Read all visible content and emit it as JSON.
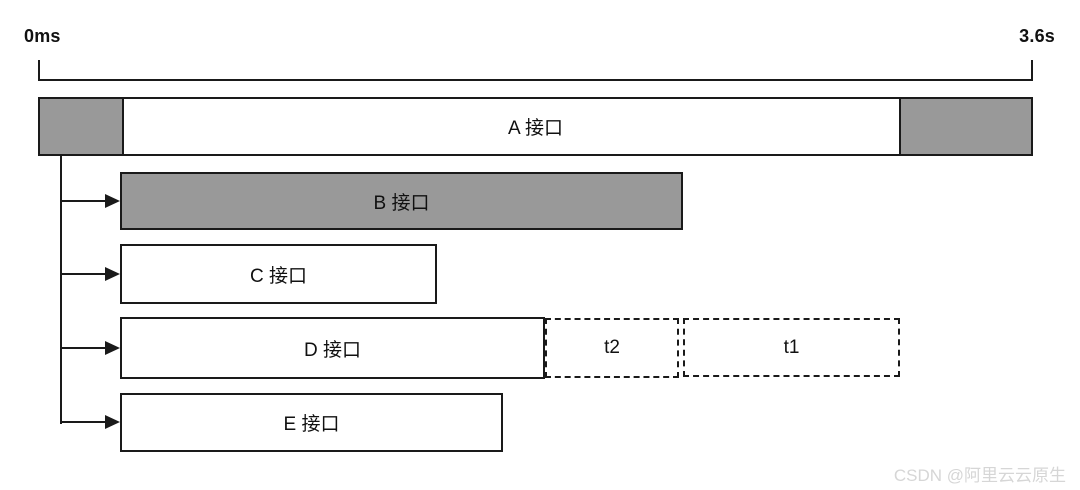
{
  "timeline": {
    "start_label": "0ms",
    "end_label": "3.6s"
  },
  "bars": {
    "a": {
      "label": "A 接口",
      "fill": "white-with-gray-ends"
    },
    "b": {
      "label": "B 接口",
      "fill": "gray"
    },
    "c": {
      "label": "C 接口",
      "fill": "white"
    },
    "d": {
      "label": "D 接口",
      "fill": "white"
    },
    "t2": {
      "label": "t2",
      "style": "dashed-outline"
    },
    "t1": {
      "label": "t1",
      "style": "dashed-outline"
    },
    "e": {
      "label": "E 接口",
      "fill": "white"
    }
  },
  "colors": {
    "bar_gray": "#999999",
    "line": "#1a1a1a",
    "watermark": "#d6d6d6"
  },
  "watermark": {
    "text": "CSDN @阿里云云原生"
  }
}
